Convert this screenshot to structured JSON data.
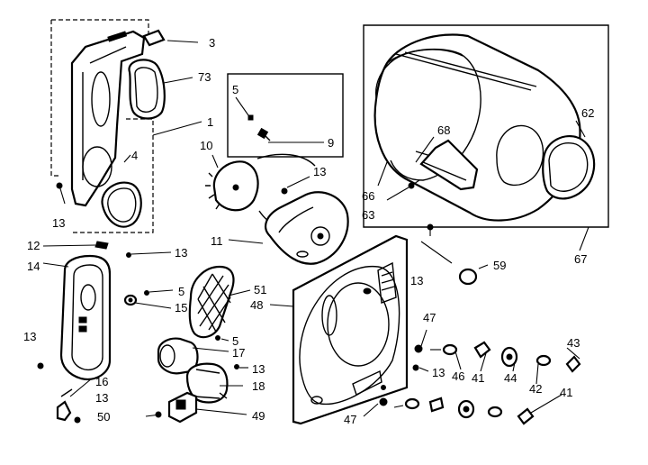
{
  "diagram": {
    "labels": {
      "l3": "3",
      "l73": "73",
      "l1": "1",
      "l4": "4",
      "l13a": "13",
      "l5a": "5",
      "l9": "9",
      "l10": "10",
      "l13b": "13",
      "l11": "11",
      "l12": "12",
      "l13c": "13",
      "l14": "14",
      "l5b": "5",
      "l15": "15",
      "l51": "51",
      "l48": "48",
      "l13d": "13",
      "l59": "59",
      "l68": "68",
      "l62": "62",
      "l66": "66",
      "l63": "63",
      "l67": "67",
      "l13e": "13",
      "l5c": "5",
      "l17": "17",
      "l13f": "13",
      "l18": "18",
      "l16": "16",
      "l13g": "13",
      "l50": "50",
      "l49": "49",
      "l47a": "47",
      "l13h": "13",
      "l46": "46",
      "l41a": "41",
      "l44": "44",
      "l43": "43",
      "l42": "42",
      "l41b": "41",
      "l47b": "47"
    }
  }
}
